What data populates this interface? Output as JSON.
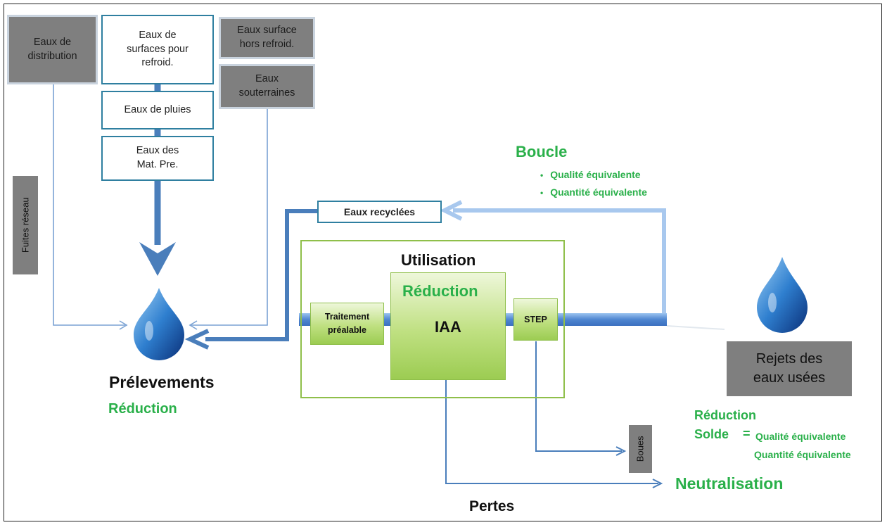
{
  "sources": {
    "distribution": "Eaux de\ndistribution",
    "surface_cooling": "Eaux de\nsurfaces pour\nrefroid.",
    "surface_other": "Eaux surface\nhors refroid.",
    "underground": "Eaux\nsouterraines",
    "rain": "Eaux de pluies",
    "raw_materials": "Eaux des\nMat. Pre."
  },
  "network_leaks": "Fuites réseau",
  "recycled_water": "Eaux recyclées",
  "loop": {
    "title": "Boucle",
    "bullets": [
      "Qualité équivalente",
      "Quantité équivalente"
    ]
  },
  "withdrawals": {
    "title": "Prélevements",
    "reduction": "Réduction"
  },
  "utilisation": {
    "title": "Utilisation",
    "reduction": "Réduction",
    "pretreatment": "Traitement\npréalable",
    "iaa": "IAA",
    "step": "STEP"
  },
  "discharge": {
    "title": "Rejets des\neaux usées",
    "reduction": "Réduction",
    "balance_label": "Solde",
    "equals": "=",
    "quality": "Qualité équivalente",
    "quantity": "Quantité équivalente"
  },
  "sludge": "Boues",
  "neutralisation": "Neutralisation",
  "losses": "Pertes",
  "colors": {
    "green_text": "#2ab04a",
    "flow_blue": "#4a7ebb",
    "light_blue": "#8fb8e8",
    "box_grey": "#7f7f7f",
    "box_border": "#2f7fa0",
    "process_green": "#9ccc52"
  },
  "icons": [
    "water-drop-icon",
    "water-drop-icon"
  ]
}
